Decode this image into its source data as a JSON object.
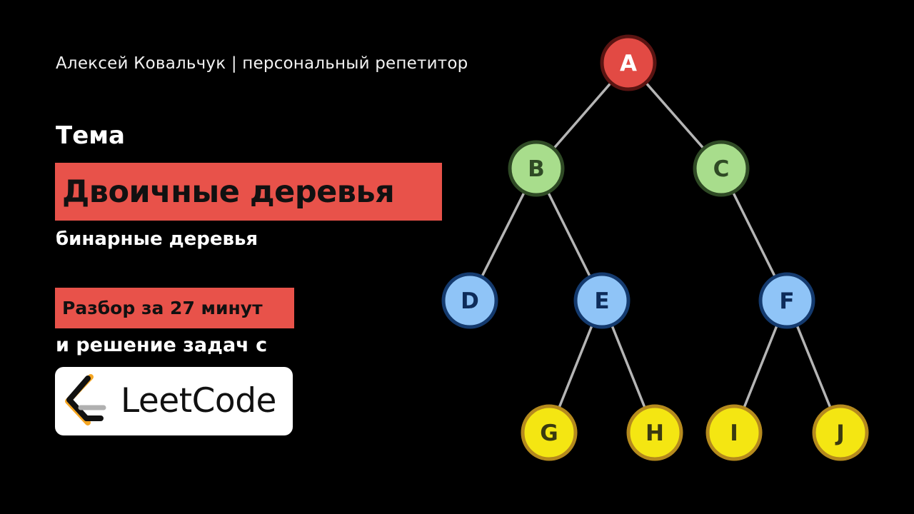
{
  "header": {
    "author": "Алексей Ковальчук | персональный репетитор"
  },
  "topic": {
    "label": "Тема",
    "title": "Двоичные деревья",
    "subtitle": "бинарные деревья"
  },
  "promo": {
    "duration": "Разбор за 27 минут",
    "tasks": "и решение задач с",
    "logo_text": "LeetCode"
  },
  "colors": {
    "background": "#000000",
    "accent": "#e8524a",
    "edge": "#b5b5b5",
    "red_fill": "#e24a44",
    "red_stroke": "#5a1412",
    "green_fill": "#a8dd8c",
    "green_stroke": "#2f4a25",
    "blue_fill": "#8fc4f7",
    "blue_stroke": "#143a6e",
    "yellow_fill": "#f4e612",
    "yellow_stroke": "#b58a1d",
    "logo_orange": "#f5a623",
    "logo_gray": "#b0b0b0"
  },
  "tree": {
    "nodes": [
      {
        "id": "A",
        "label": "A",
        "color": "red"
      },
      {
        "id": "B",
        "label": "B",
        "color": "green"
      },
      {
        "id": "C",
        "label": "C",
        "color": "green"
      },
      {
        "id": "D",
        "label": "D",
        "color": "blue"
      },
      {
        "id": "E",
        "label": "E",
        "color": "blue"
      },
      {
        "id": "F",
        "label": "F",
        "color": "blue"
      },
      {
        "id": "G",
        "label": "G",
        "color": "yellow"
      },
      {
        "id": "H",
        "label": "H",
        "color": "yellow"
      },
      {
        "id": "I",
        "label": "I",
        "color": "yellow"
      },
      {
        "id": "J",
        "label": "J",
        "color": "yellow"
      }
    ],
    "edges": [
      [
        "A",
        "B"
      ],
      [
        "A",
        "C"
      ],
      [
        "B",
        "D"
      ],
      [
        "B",
        "E"
      ],
      [
        "C",
        "F"
      ],
      [
        "E",
        "G"
      ],
      [
        "E",
        "H"
      ],
      [
        "F",
        "I"
      ],
      [
        "F",
        "J"
      ]
    ]
  }
}
